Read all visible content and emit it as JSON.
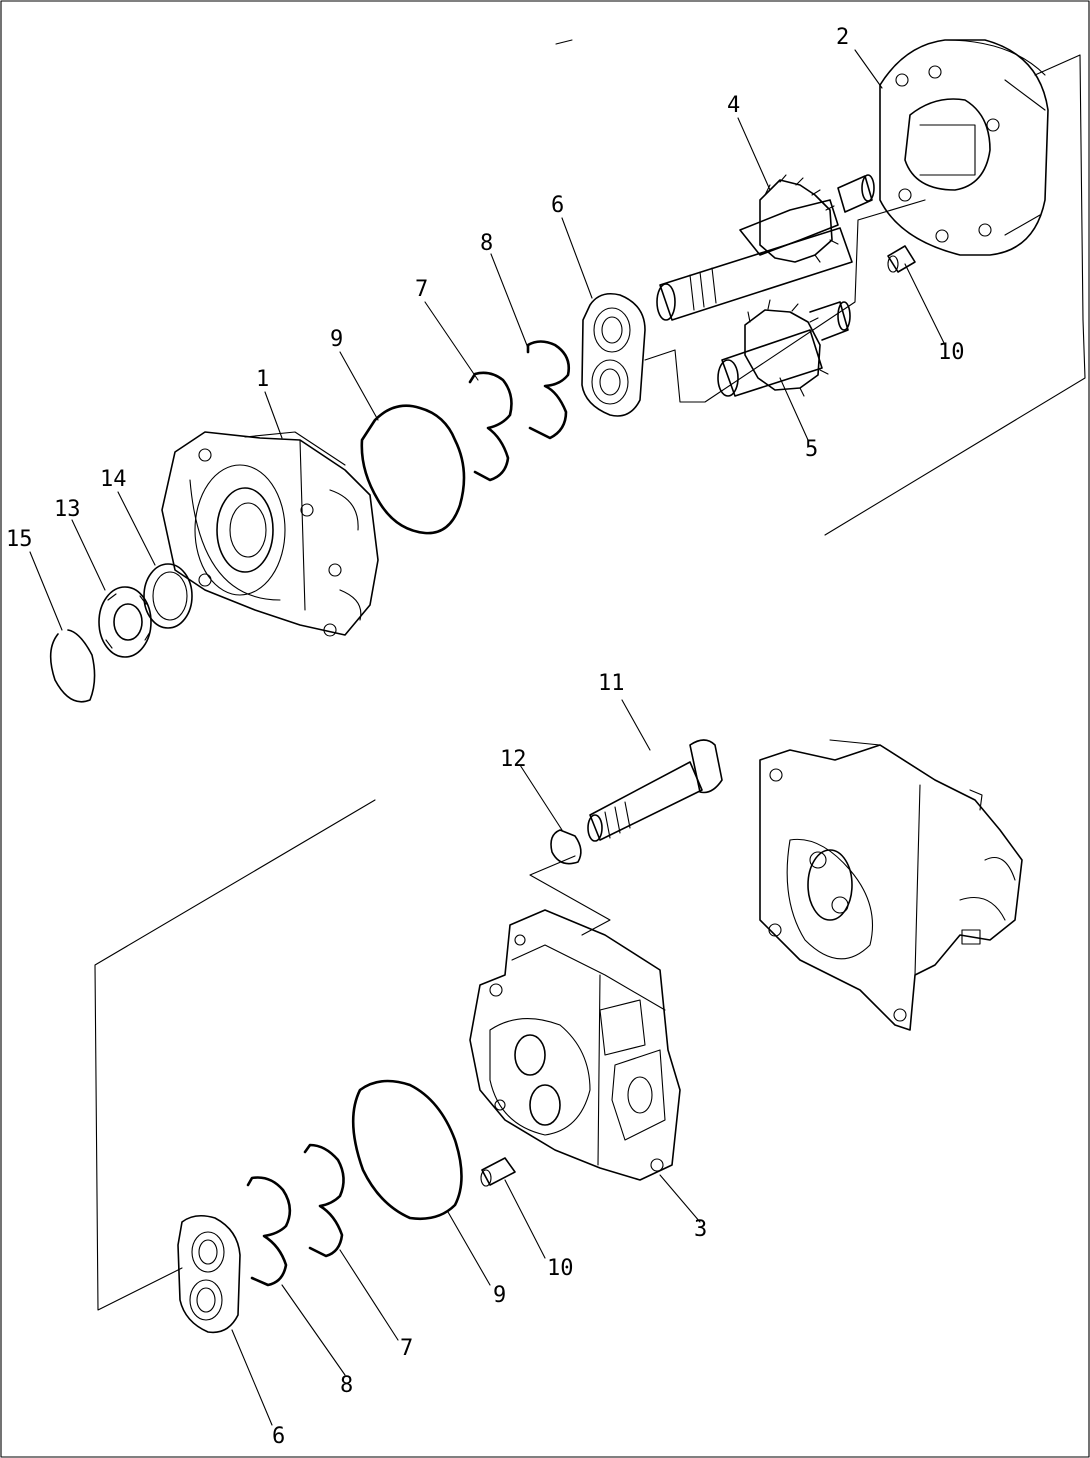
{
  "callouts": {
    "c1": "1",
    "c2": "2",
    "c3": "3",
    "c4": "4",
    "c5": "5",
    "c6_top": "6",
    "c6_bottom": "6",
    "c7_top": "7",
    "c7_bottom": "7",
    "c8_top": "8",
    "c8_bottom": "8",
    "c9_top": "9",
    "c9_bottom": "9",
    "c10_top": "10",
    "c10_bottom": "10",
    "c11": "11",
    "c12": "12",
    "c13": "13",
    "c14": "14",
    "c15": "15"
  }
}
